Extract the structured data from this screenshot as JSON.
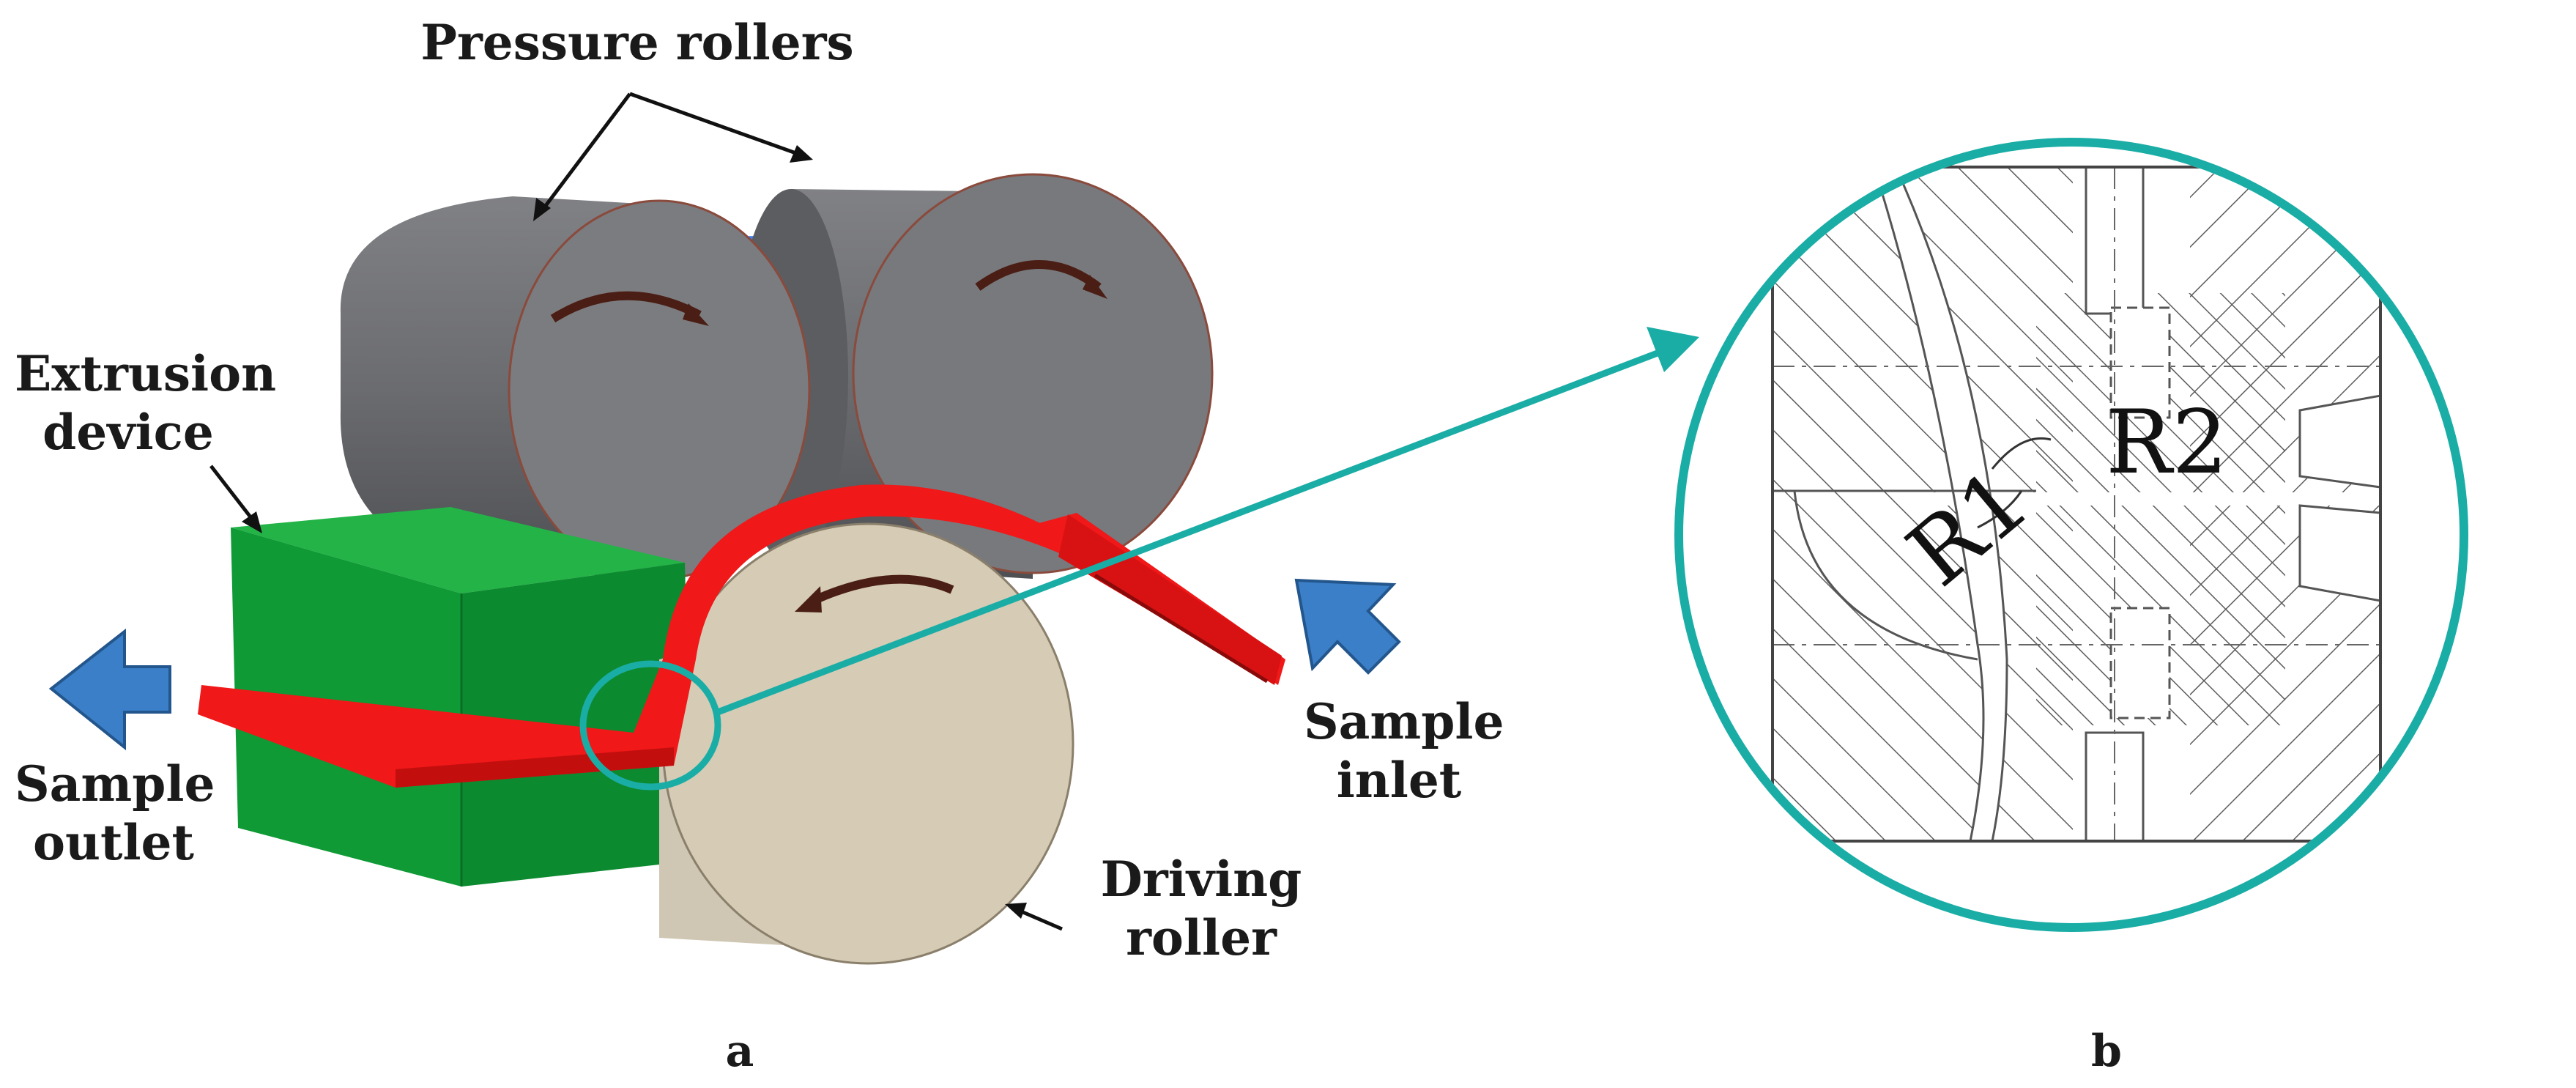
{
  "panel_a": {
    "label": "a",
    "labels": {
      "pressure_rollers": "Pressure rollers",
      "extrusion_device_line1": "Extrusion",
      "extrusion_device_line2": "device",
      "sample_outlet_line1": "Sample",
      "sample_outlet_line2": "outlet",
      "sample_inlet_line1": "Sample",
      "sample_inlet_line2": "inlet",
      "driving_roller_line1": "Driving",
      "driving_roller_line2": "roller"
    }
  },
  "panel_b": {
    "label": "b",
    "radius_labels": {
      "r1": "R1",
      "r2": "R2"
    }
  },
  "colors": {
    "roller_gray": "#6e6f73",
    "die_blue": "#0d55e8",
    "extrusion_green": "#0f9a36",
    "strip_red": "#f01818",
    "driving_roller_beige": "#d6ccb6",
    "arrow_blue": "#3b7fc8",
    "callout_teal": "#1aada6"
  }
}
